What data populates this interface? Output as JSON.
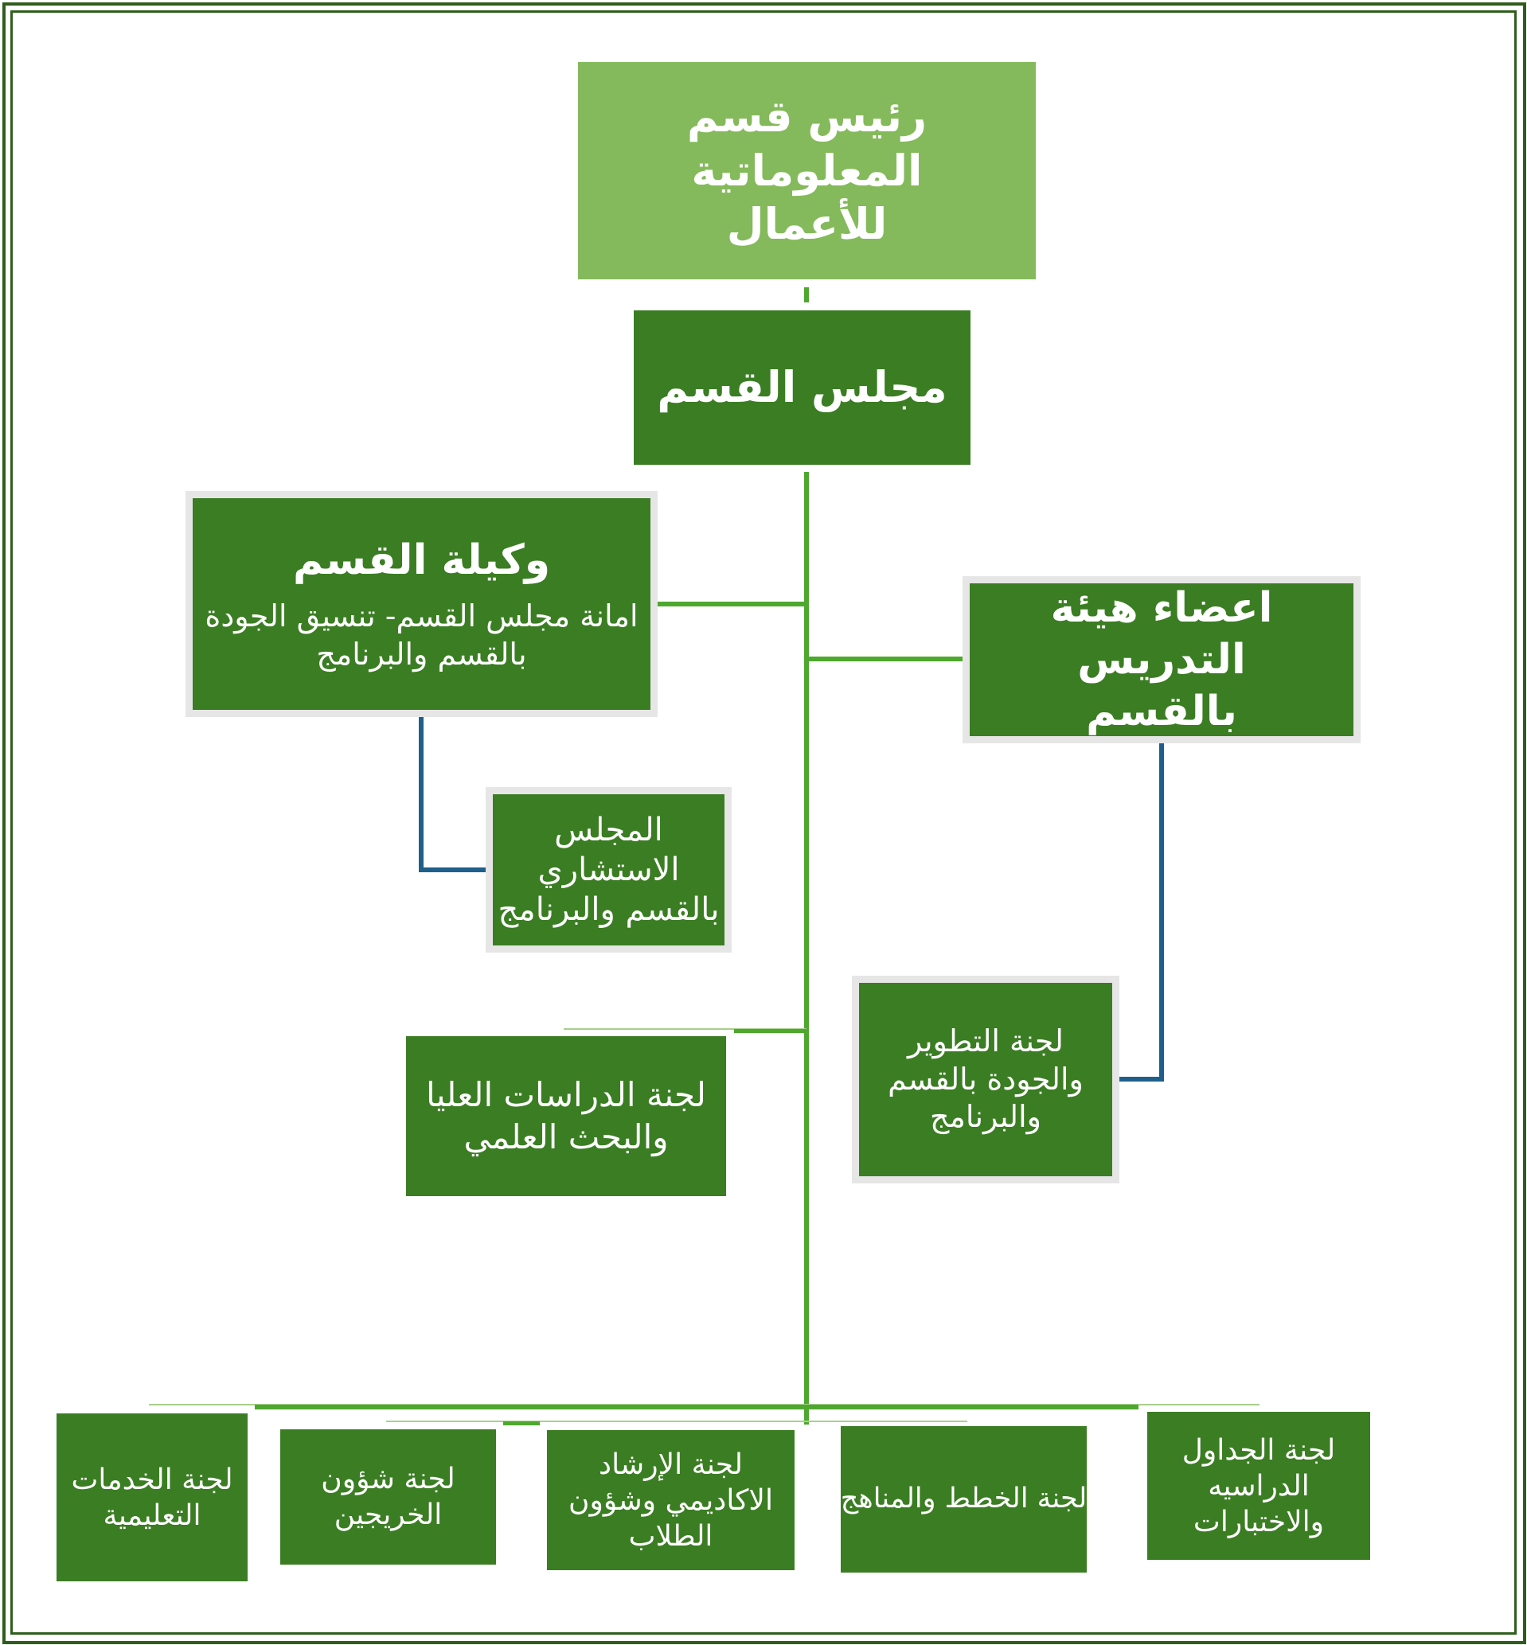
{
  "head": {
    "lines": [
      "رئيس قسم المعلوماتية",
      "للأعمال"
    ]
  },
  "council": {
    "lines": [
      "مجلس القسم"
    ]
  },
  "deputy": {
    "title": "وكيلة القسم",
    "lines": [
      "امانة مجلس القسم- تنسيق الجودة",
      "بالقسم والبرنامج"
    ]
  },
  "faculty": {
    "lines": [
      "اعضاء هيئة التدريس",
      "بالقسم"
    ]
  },
  "advisory": {
    "lines": [
      "المجلس",
      "الاستشاري",
      "بالقسم والبرنامج"
    ]
  },
  "development": {
    "lines": [
      "لجنة التطوير",
      "والجودة بالقسم",
      "والبرنامج"
    ]
  },
  "graduate": {
    "lines": [
      "لجنة الدراسات العليا",
      "والبحث العلمي"
    ]
  },
  "committees": [
    {
      "lines": [
        "لجنة الخدمات",
        "التعليمية"
      ]
    },
    {
      "lines": [
        "لجنة شؤون",
        "الخريجين"
      ]
    },
    {
      "lines": [
        "لجنة الإرشاد",
        "الاكاديمي وشؤون",
        "الطلاب"
      ]
    },
    {
      "lines": [
        "لجنة الخطط والمناهج"
      ]
    },
    {
      "lines": [
        "لجنة الجداول",
        "الدراسيه",
        "والاختبارات"
      ]
    }
  ],
  "colors": {
    "box": "#3b7d23",
    "head": "#84ba5b",
    "line": "#4ea72e",
    "blue": "#1f5f8b"
  }
}
